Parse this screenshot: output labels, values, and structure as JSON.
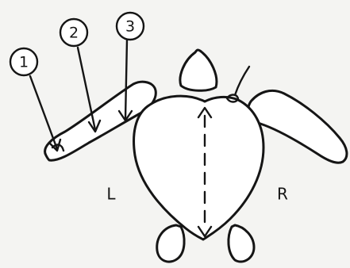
{
  "callouts": [
    {
      "number": "1"
    },
    {
      "number": "2"
    },
    {
      "number": "3"
    }
  ],
  "sides": {
    "left": "L",
    "right": "R"
  },
  "colors": {
    "ink": "#151515",
    "paper": "#f4f4f2"
  }
}
